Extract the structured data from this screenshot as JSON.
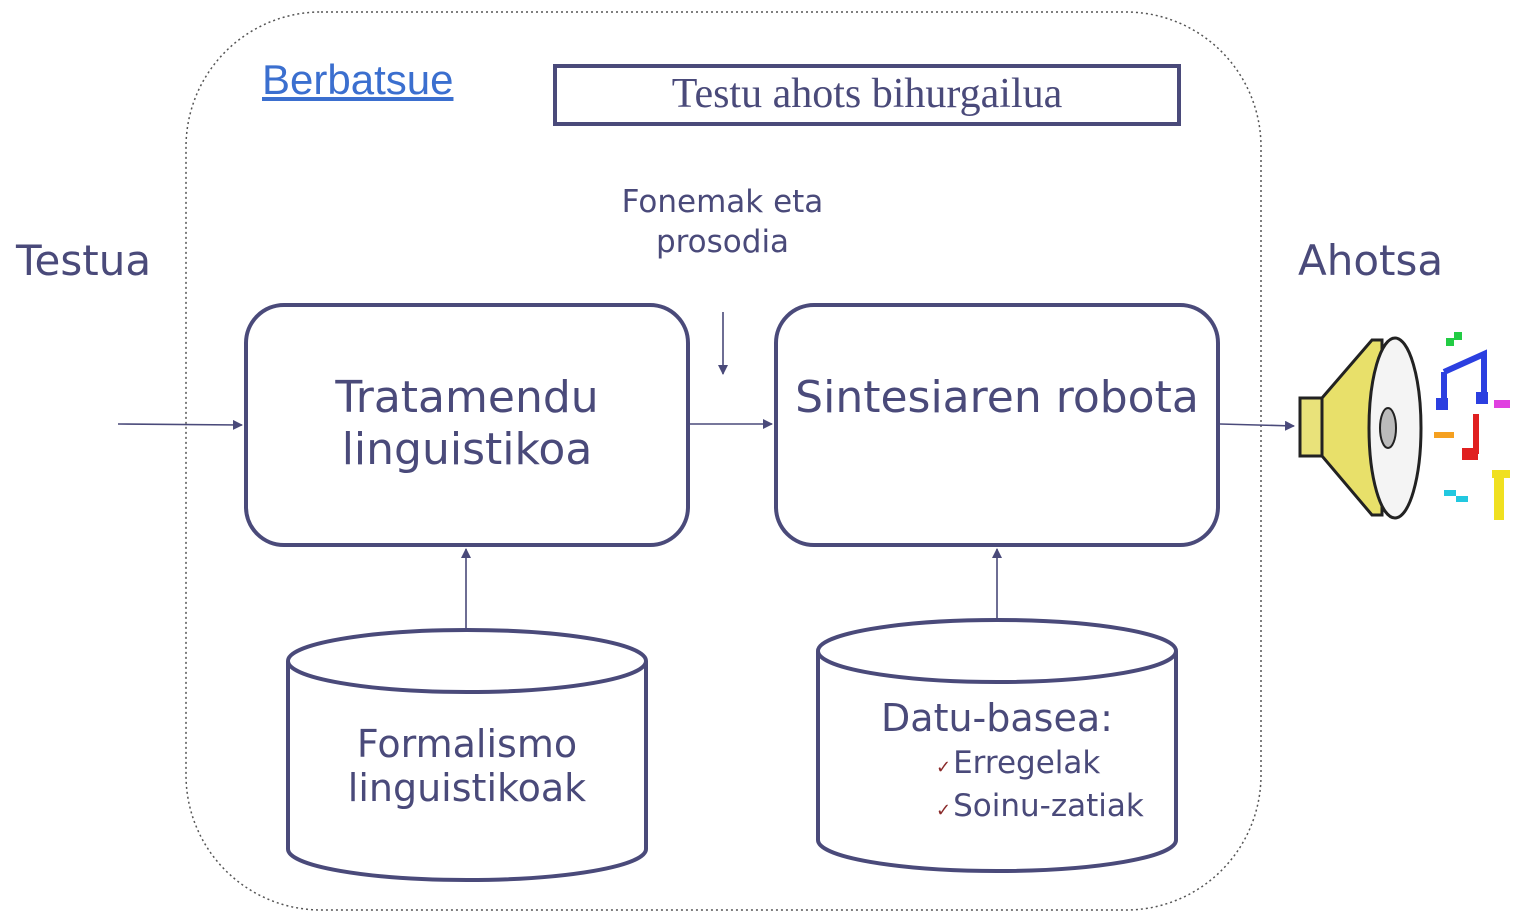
{
  "link_label": "Berbatsue",
  "title": "Testu ahots bihurgailua",
  "input_label": "Testua",
  "output_label": "Ahotsa",
  "intermediate_label": "Fonemak eta prosodia",
  "box1": {
    "label": "Tratamendu linguistikoa"
  },
  "box2": {
    "label": "Sintesiaren robota"
  },
  "db1": {
    "label": "Formalismo linguistikoak"
  },
  "db2": {
    "title": "Datu-basea:",
    "items": [
      "Erregelak",
      "Soinu-zatiak"
    ]
  },
  "colors": {
    "stroke": "#4a4a7a",
    "text": "#4a4a7a",
    "link": "#3b6fcf",
    "check": "#8a2a2a"
  },
  "icons": {
    "output": "speaker-icon",
    "notes": "music-notes-icon"
  }
}
